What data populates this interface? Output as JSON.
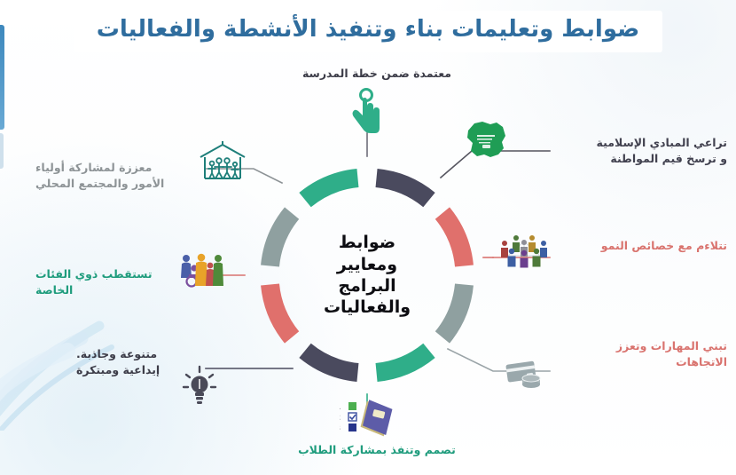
{
  "page": {
    "title": "ضوابط وتعليمات بناء وتنفيذ الأنشطة والفعاليات",
    "language": "ar",
    "direction": "rtl"
  },
  "center": {
    "lines": [
      "ضوابط",
      "ومعايير",
      "البرامج",
      "والفعاليات"
    ]
  },
  "colors": {
    "title": "#2f6d9e",
    "teal": "#2fae89",
    "navy": "#4a4a5e",
    "salmon": "#e0706c",
    "gray": "#8fa0a0",
    "text_dark": "#3c3c48",
    "text_gray": "#8d9396",
    "background": "#fdfdfd"
  },
  "ring": {
    "type": "donut",
    "segment_count": 8,
    "segments": [
      {
        "position": "top-left",
        "color": "#2fae89",
        "icon": "house-family-icon"
      },
      {
        "position": "top-right",
        "color": "#4a4a5e",
        "icon": "saudi-map-icon"
      },
      {
        "position": "right-upper",
        "color": "#e0706c",
        "icon": "people-network-icon"
      },
      {
        "position": "right-lower",
        "color": "#8fa0a0",
        "icon": "card-coins-icon"
      },
      {
        "position": "bottom-right",
        "color": "#2fae89",
        "icon": "notebook-checklist-icon"
      },
      {
        "position": "bottom-left",
        "color": "#4a4a5e",
        "icon": "lightbulb-icon"
      },
      {
        "position": "left-lower",
        "color": "#e0706c",
        "icon": "inclusion-group-icon"
      },
      {
        "position": "left-upper",
        "color": "#8fa0a0",
        "icon": "touch-hand-icon"
      }
    ]
  },
  "callouts": [
    {
      "id": "top",
      "text": "معتمدة ضمن خطة المدرسة",
      "color_key": "text_dark",
      "icon": "touch-hand-icon",
      "align": "center"
    },
    {
      "id": "top-right",
      "text": "تراعي المبادي الإسلامية\nو ترسخ قيم المواطنة",
      "color_key": "text_dark",
      "icon": "saudi-map-icon",
      "align": "right"
    },
    {
      "id": "right",
      "text": "تتلاءم مع خصائص النمو",
      "color_key": "salmon",
      "icon": "people-network-icon",
      "align": "right"
    },
    {
      "id": "bottom-right",
      "text": "تبني المهارات وتعزز\nالاتجاهات",
      "color_key": "salmon",
      "icon": "card-coins-icon",
      "align": "right"
    },
    {
      "id": "bottom",
      "text": "تصمم وتنفذ بمشاركة الطلاب",
      "color_key": "teal",
      "icon": "notebook-checklist-icon",
      "align": "center"
    },
    {
      "id": "bottom-left",
      "text": "متنوعة وجاذبة.\nإيداعية ومبتكرة",
      "color_key": "text_dark",
      "icon": "lightbulb-icon",
      "align": "left"
    },
    {
      "id": "left",
      "text": "تستقطب ذوي الفئات\nالخاصة",
      "color_key": "teal",
      "icon": "inclusion-group-icon",
      "align": "left"
    },
    {
      "id": "top-left",
      "text": "معززة لمشاركة أولياء\nالأمور والمجتمع المحلي",
      "color_key": "text_gray",
      "icon": "house-family-icon",
      "align": "left"
    }
  ]
}
